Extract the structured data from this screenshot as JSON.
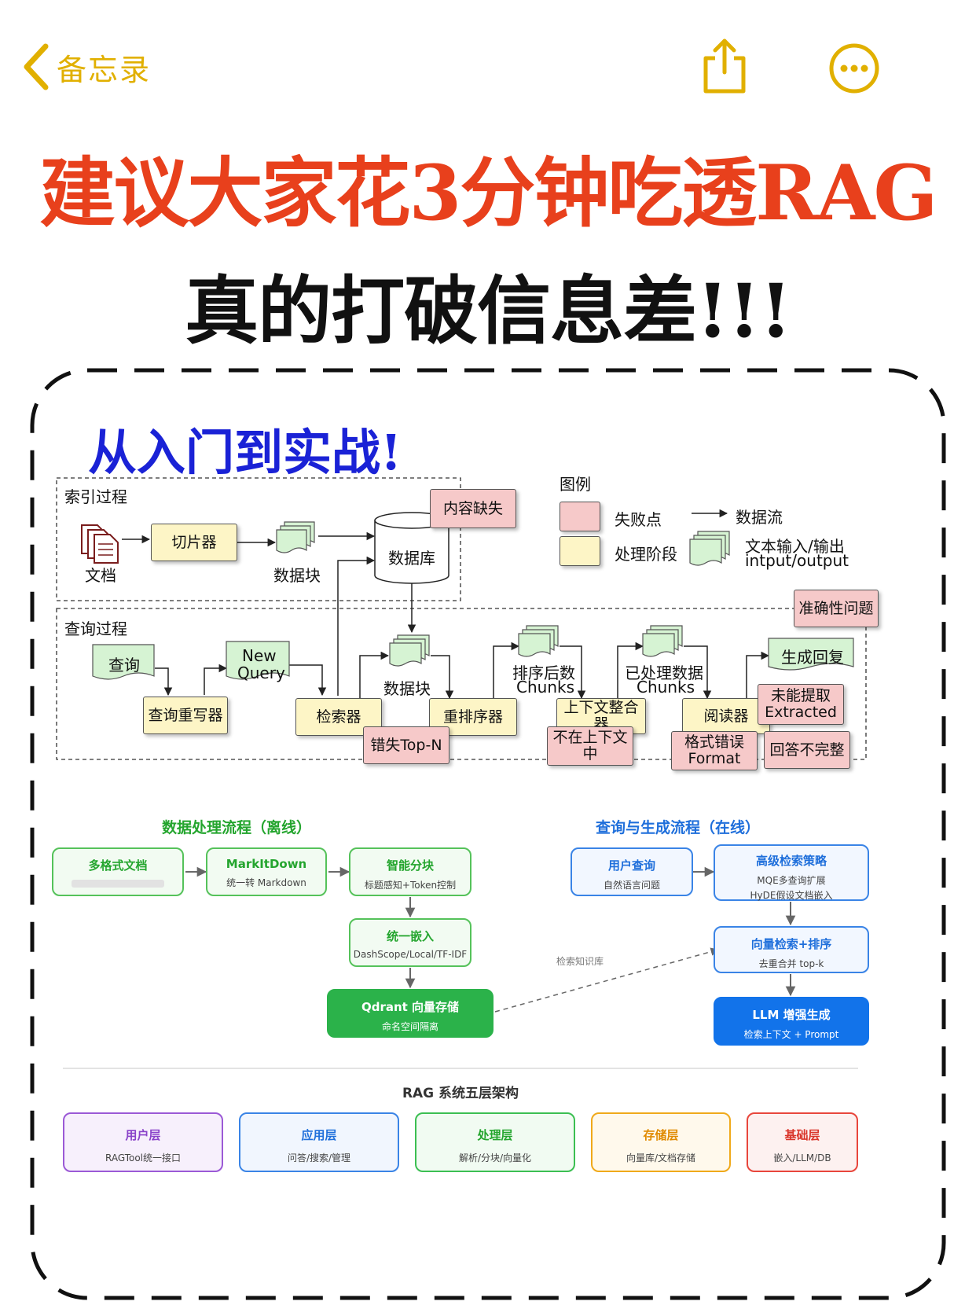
{
  "nav": {
    "back_label": "备忘录",
    "icons": [
      "chevron-left-icon",
      "share-icon",
      "more-icon"
    ],
    "accent_color": "#e1b000"
  },
  "headline": {
    "line1": "建议大家花3分钟吃透RAG",
    "line2": "真的打破信息差!!!",
    "line1_color": "#e8401c",
    "line2_color": "#111111"
  },
  "subtitle": {
    "text": "从入门到实战!",
    "color": "#1a22d6"
  },
  "pipeline": {
    "index_label": "索引过程",
    "query_label": "查询过程",
    "doc_label": "文档",
    "chunker": "切片器",
    "chunks1": "数据块",
    "database": "数据库",
    "fail_missing": "内容缺失",
    "legend": {
      "title": "图例",
      "fail": "失败点",
      "stage": "处理阶段",
      "flow": "数据流",
      "io_line1": "文本输入/输出",
      "io_line2": "intput/output"
    },
    "fail_accuracy": "准确性问题",
    "query": "查询",
    "new_query_1": "New",
    "new_query_2": "Query",
    "rewriter": "查询重写器",
    "retriever": "检索器",
    "chunks2": "数据块",
    "reranker": "重排序器",
    "sorted_1": "排序后数",
    "sorted_2": "Chunks",
    "integrator": "上下文整合器",
    "processed_1": "已处理数据",
    "processed_2": "Chunks",
    "reader": "阅读器",
    "answer": "生成回复",
    "fail_topn": "错失Top-N",
    "fail_context_1": "不在上下文",
    "fail_context_2": "中",
    "fail_extract_1": "未能提取",
    "fail_extract_2": "Extracted",
    "fail_format_1": "格式错误",
    "fail_format_2": "Format",
    "fail_incomplete": "回答不完整",
    "colors": {
      "stage": "#fdf5c6",
      "fail": "#f6c9c9",
      "io": "#d6f3d3"
    }
  },
  "offline": {
    "title": "数据处理流程（离线）",
    "nodes": [
      {
        "title": "多格式文档",
        "sub": ""
      },
      {
        "title": "MarkItDown",
        "sub": "统一转 Markdown"
      },
      {
        "title": "智能分块",
        "sub": "标题感知+Token控制"
      },
      {
        "title": "统一嵌入",
        "sub": "DashScope/Local/TF-IDF"
      },
      {
        "title": "Qdrant 向量存储",
        "sub": "命名空间隔离"
      }
    ]
  },
  "online": {
    "title": "查询与生成流程（在线）",
    "nodes": [
      {
        "title": "用户查询",
        "sub": "自然语言问题"
      },
      {
        "title": "高级检索策略",
        "sub": "MQE多查询扩展",
        "sub2": "HyDE假设文档嵌入"
      },
      {
        "title": "向量检索+排序",
        "sub": "去重合并 top-k"
      },
      {
        "title": "LLM 增强生成",
        "sub": "检索上下文 + Prompt"
      }
    ],
    "link_label": "检索知识库"
  },
  "architecture": {
    "title": "RAG 系统五层架构",
    "layers": [
      {
        "title": "用户层",
        "sub": "RAGTool统一接口",
        "color": "#9b59d6"
      },
      {
        "title": "应用层",
        "sub": "问答/搜索/管理",
        "color": "#3a84e6"
      },
      {
        "title": "处理层",
        "sub": "解析/分块/向量化",
        "color": "#3cbf52"
      },
      {
        "title": "存储层",
        "sub": "向量库/文档存储",
        "color": "#f0a91a"
      },
      {
        "title": "基础层",
        "sub": "嵌入/LLM/DB",
        "color": "#e8463c"
      }
    ]
  }
}
